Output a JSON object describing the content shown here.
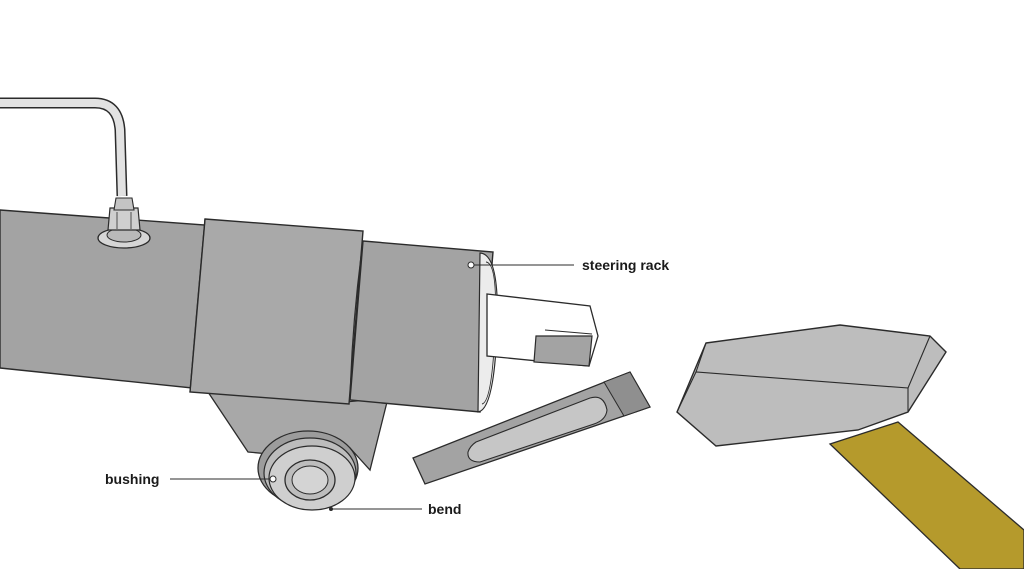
{
  "labels": {
    "steering_rack": "steering rack",
    "bushing": "bushing",
    "bend": "bend"
  },
  "colors": {
    "background": "#ffffff",
    "tube": "#a3a3a3",
    "tube_dark": "#8f8f8f",
    "outline": "#2b2b2b",
    "rod": "#ffffff",
    "chisel": "#9e9e9e",
    "hammer_head": "#bdbdbd",
    "hammer_handle": "#b59a2c"
  }
}
